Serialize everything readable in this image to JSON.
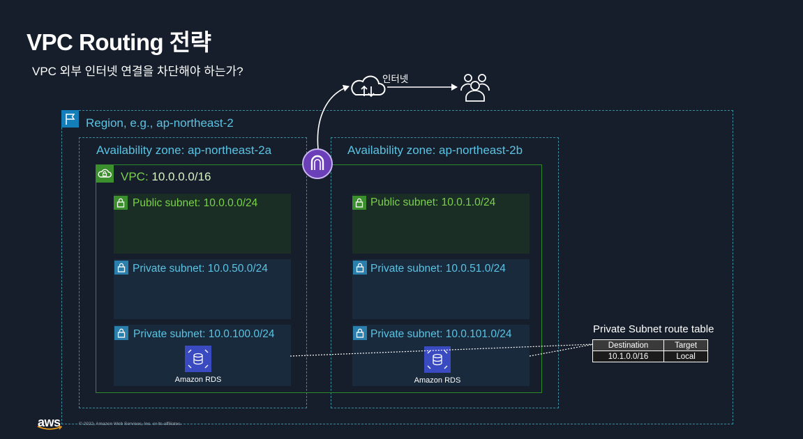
{
  "slide": {
    "title": "VPC Routing 전략",
    "subtitle": "VPC 외부 인터넷 연결을 차단해야 하는가?"
  },
  "internet": {
    "label": "인터넷",
    "cloud_icon": "internet-cloud-icon",
    "users_icon": "users-icon",
    "gateway_icon": "internet-gateway-icon"
  },
  "region": {
    "label": "Region, e.g., ap-northeast-2",
    "icon": "region-flag-icon"
  },
  "zones": [
    {
      "label": "Availability zone: ap-northeast-2a"
    },
    {
      "label": "Availability zone: ap-northeast-2b"
    }
  ],
  "vpc": {
    "label_key": "VPC:",
    "label_value": "10.0.0.0/16",
    "icon": "vpc-cloud-icon"
  },
  "subnets": {
    "a_public": "Public subnet: 10.0.0.0/24",
    "a_private_1": "Private subnet: 10.0.50.0/24",
    "a_private_2": "Private subnet: 10.0.100.0/24",
    "b_public": "Public subnet: 10.0.1.0/24",
    "b_private_1": "Private subnet: 10.0.51.0/24",
    "b_private_2": "Private subnet: 10.0.101.0/24"
  },
  "rds": {
    "a_label": "Amazon RDS",
    "b_label": "Amazon RDS"
  },
  "route_table": {
    "title": "Private Subnet route table",
    "headers": [
      "Destination",
      "Target"
    ],
    "rows": [
      [
        "10.1.0.0/16",
        "Local"
      ]
    ]
  },
  "footer": {
    "copyright": "© 2022, Amazon Web Services, Inc. or its affiliates.",
    "logo": "aws"
  },
  "colors": {
    "background": "#161e2b",
    "region_blue": "#147eba",
    "vpc_green": "#3b8f2d",
    "rds_purple": "#3a4bc2",
    "label_cyan": "#5bc3e3",
    "label_green": "#7ad24a"
  }
}
